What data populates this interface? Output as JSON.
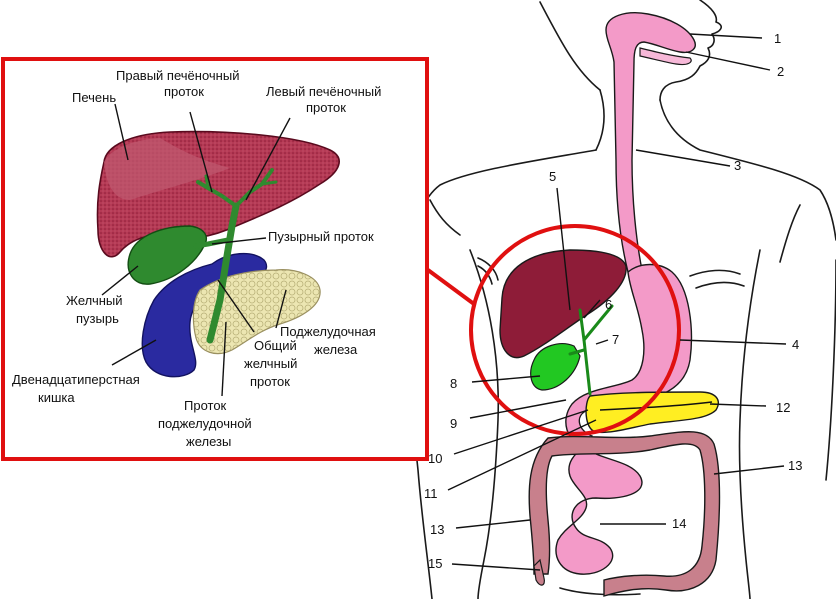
{
  "inset": {
    "labels": {
      "liver": "Печень",
      "right_duct_1": "Правый печёночный",
      "right_duct_2": "проток",
      "left_duct_1": "Левый печёночный",
      "left_duct_2": "проток",
      "cystic_duct": "Пузырный проток",
      "gallbladder_1": "Желчный",
      "gallbladder_2": "пузырь",
      "pancreas_1": "Поджелудочная",
      "pancreas_2": "железа",
      "duodenum_1": "Двенадцатиперстная",
      "duodenum_2": "кишка",
      "common_duct_1": "Общий",
      "common_duct_2": "желчный",
      "common_duct_3": "проток",
      "pancreatic_duct_1": "Проток",
      "pancreatic_duct_2": "поджелудочной",
      "pancreatic_duct_3": "железы"
    }
  },
  "body_numbers": [
    "1",
    "2",
    "3",
    "4",
    "5",
    "6",
    "7",
    "8",
    "9",
    "10",
    "11",
    "12",
    "13",
    "13",
    "14",
    "15"
  ],
  "colors": {
    "frame": "#e01010",
    "liver": "#a01a3a",
    "gallbladder": "#2f8a2f",
    "duodenum": "#2a2aa0",
    "pancreas": "#e8e0a8",
    "esophagus": "#f39ac8",
    "pancreas_body": "#ffee22",
    "intestine": "#c8808c"
  }
}
